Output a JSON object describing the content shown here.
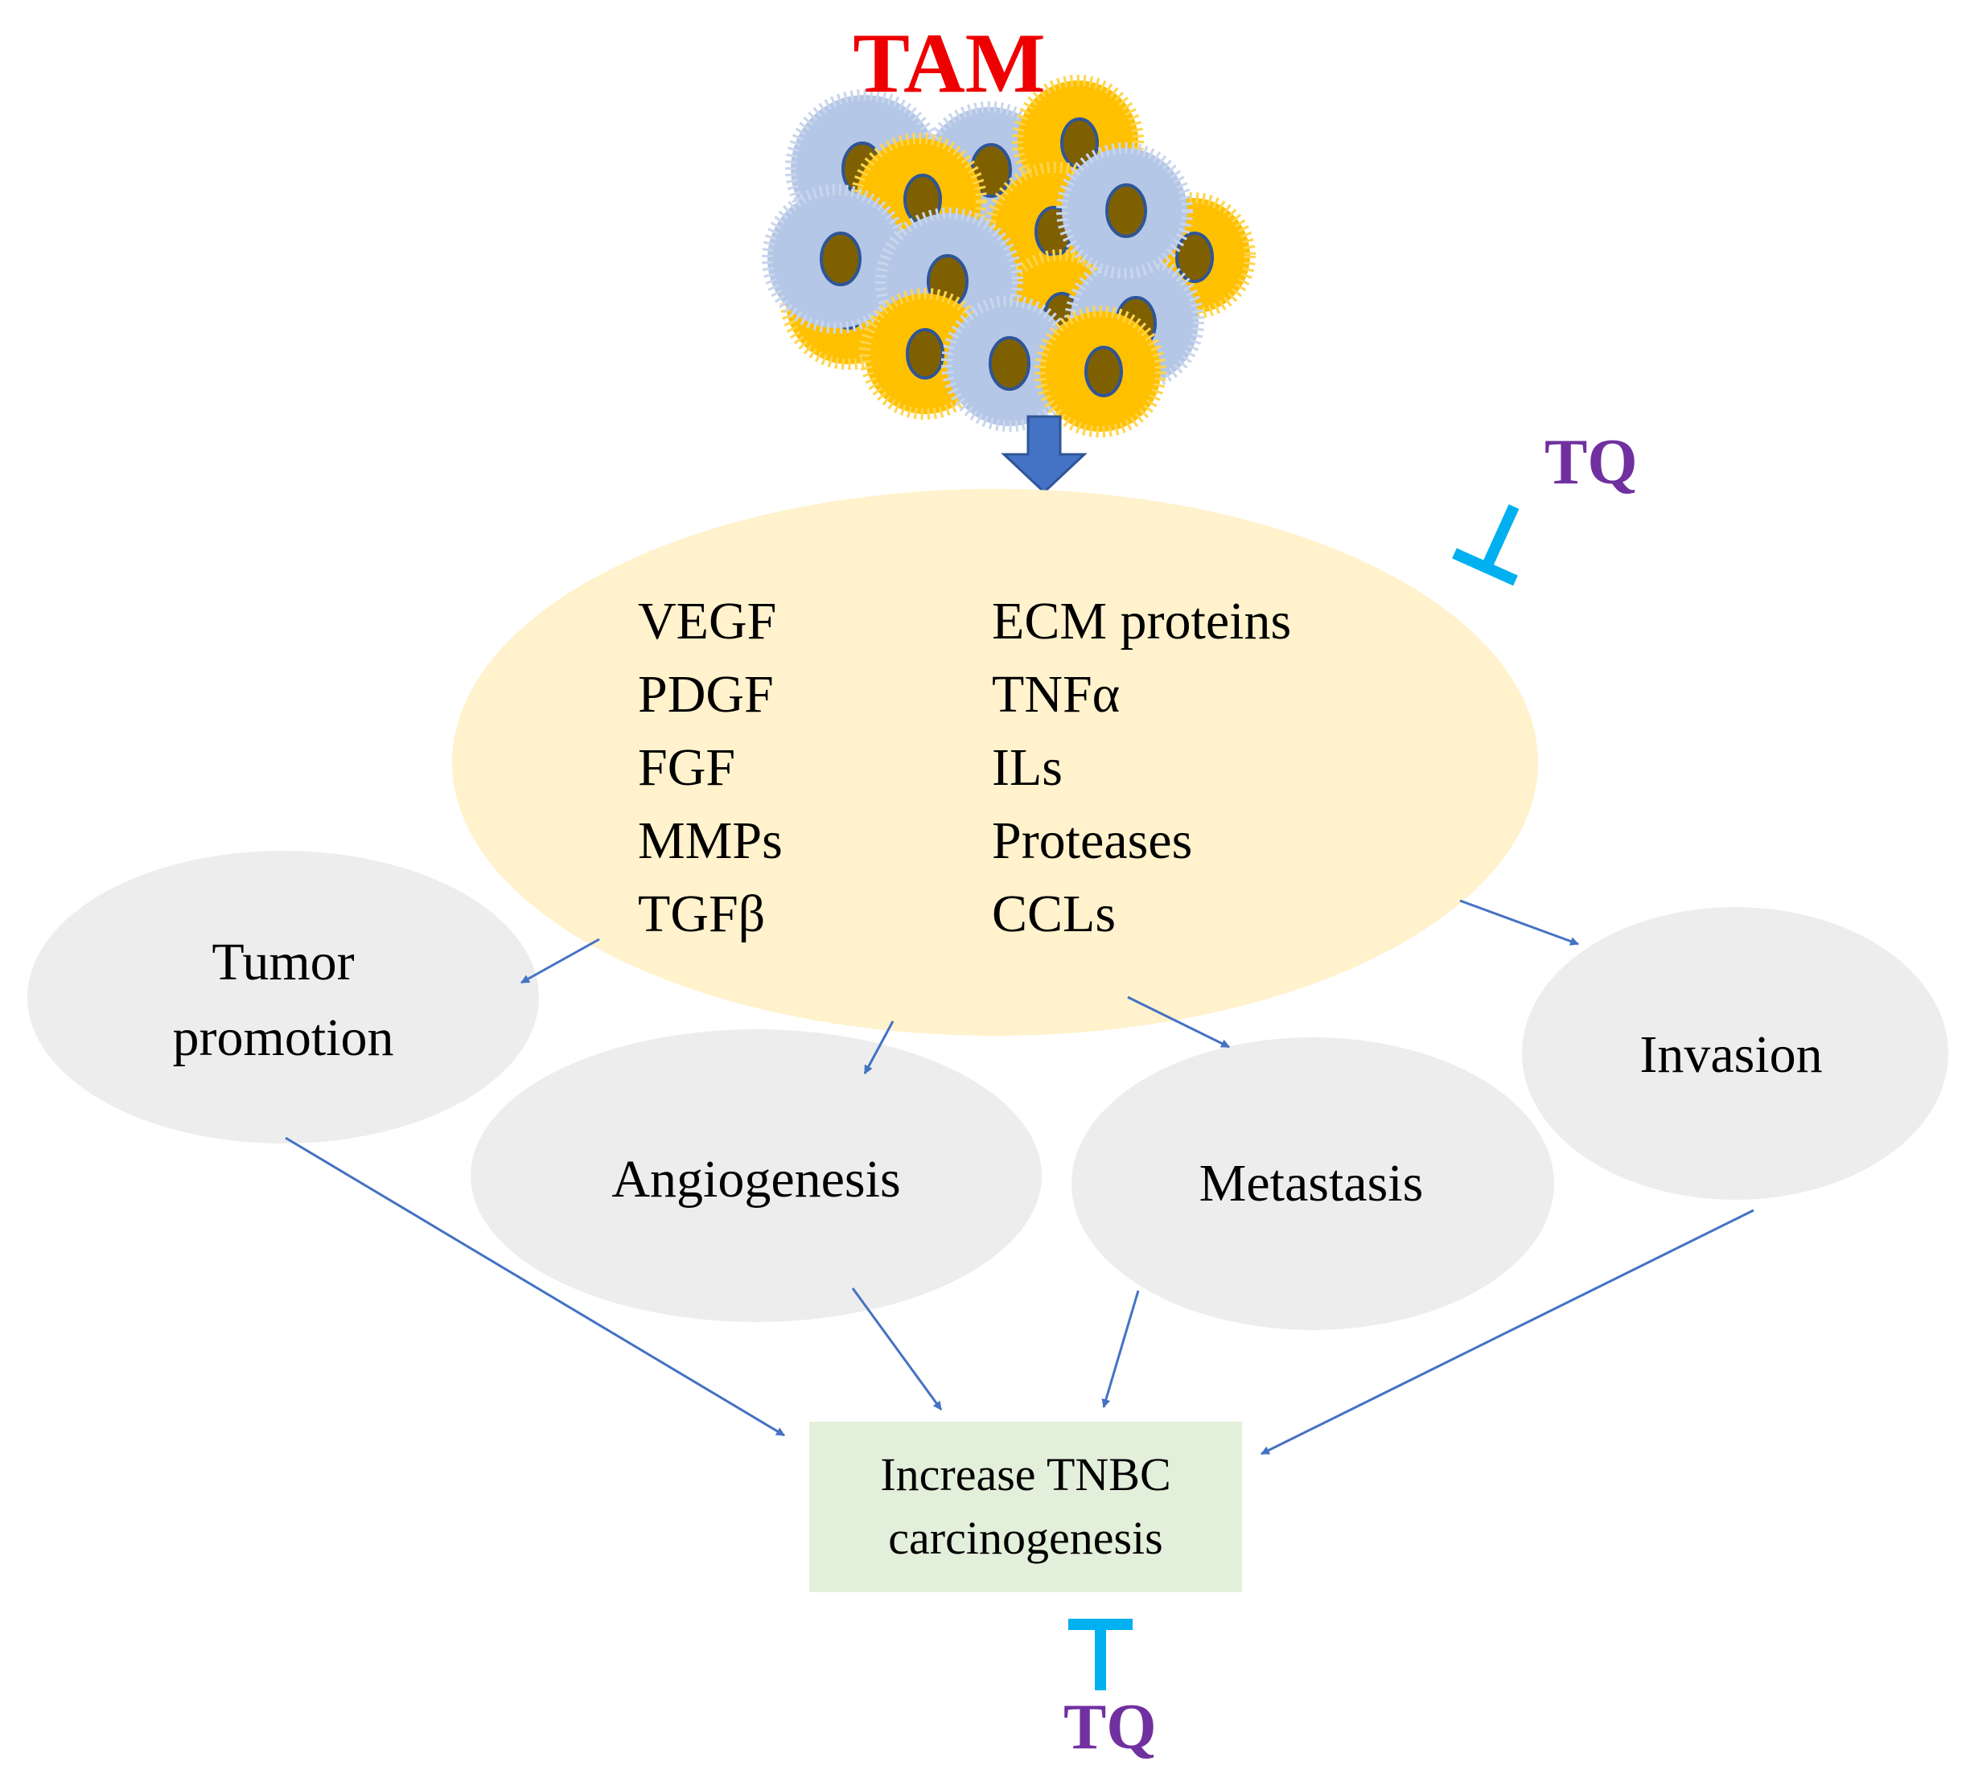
{
  "source": {
    "label": "TAM",
    "color": "#ee0000"
  },
  "inhibitor": {
    "label": "TQ",
    "color": "#7030a0",
    "symbol_color": "#00b0f0"
  },
  "factors": {
    "fill": "#fff2cc",
    "left_column": [
      "VEGF",
      "PDGF",
      "FGF",
      "MMPs",
      "TGFβ"
    ],
    "right_column": [
      "ECM proteins",
      "TNFα",
      "ILs",
      "Proteases",
      "CCLs"
    ]
  },
  "effects": {
    "fill": "#ededed",
    "tumor_promotion": [
      "Tumor",
      "promotion"
    ],
    "angiogenesis": "Angiogenesis",
    "metastasis": "Metastasis",
    "invasion": "Invasion"
  },
  "outcome": {
    "fill": "#e2efda",
    "lines": [
      "Increase TNBC",
      "carcinogenesis"
    ]
  },
  "arrow_color": "#4472c4",
  "cell_colors": {
    "blue_cell": "#b4c7e7",
    "yellow_cell": "#ffc000",
    "nucleus": "#7f6000",
    "nucleus_outline": "#2f5597"
  }
}
